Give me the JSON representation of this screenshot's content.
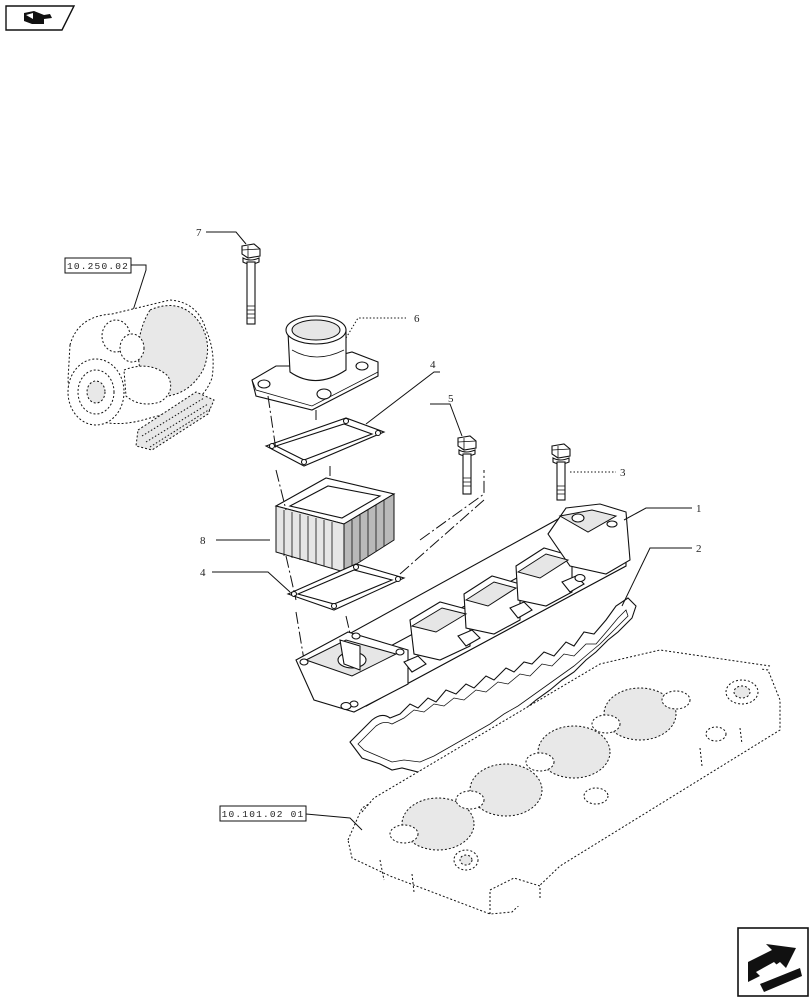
{
  "callouts": {
    "c1": "1",
    "c2": "2",
    "c3": "3",
    "c4a": "4",
    "c4b": "4",
    "c5": "5",
    "c6": "6",
    "c7": "7",
    "c8": "8"
  },
  "references": {
    "turbocharger_ref": "10.250.02",
    "cylinder_head_ref": "10.101.02 01"
  },
  "icons": {
    "top_left": "book-hand-icon",
    "bottom_right": "next-page-arrow-icon"
  }
}
